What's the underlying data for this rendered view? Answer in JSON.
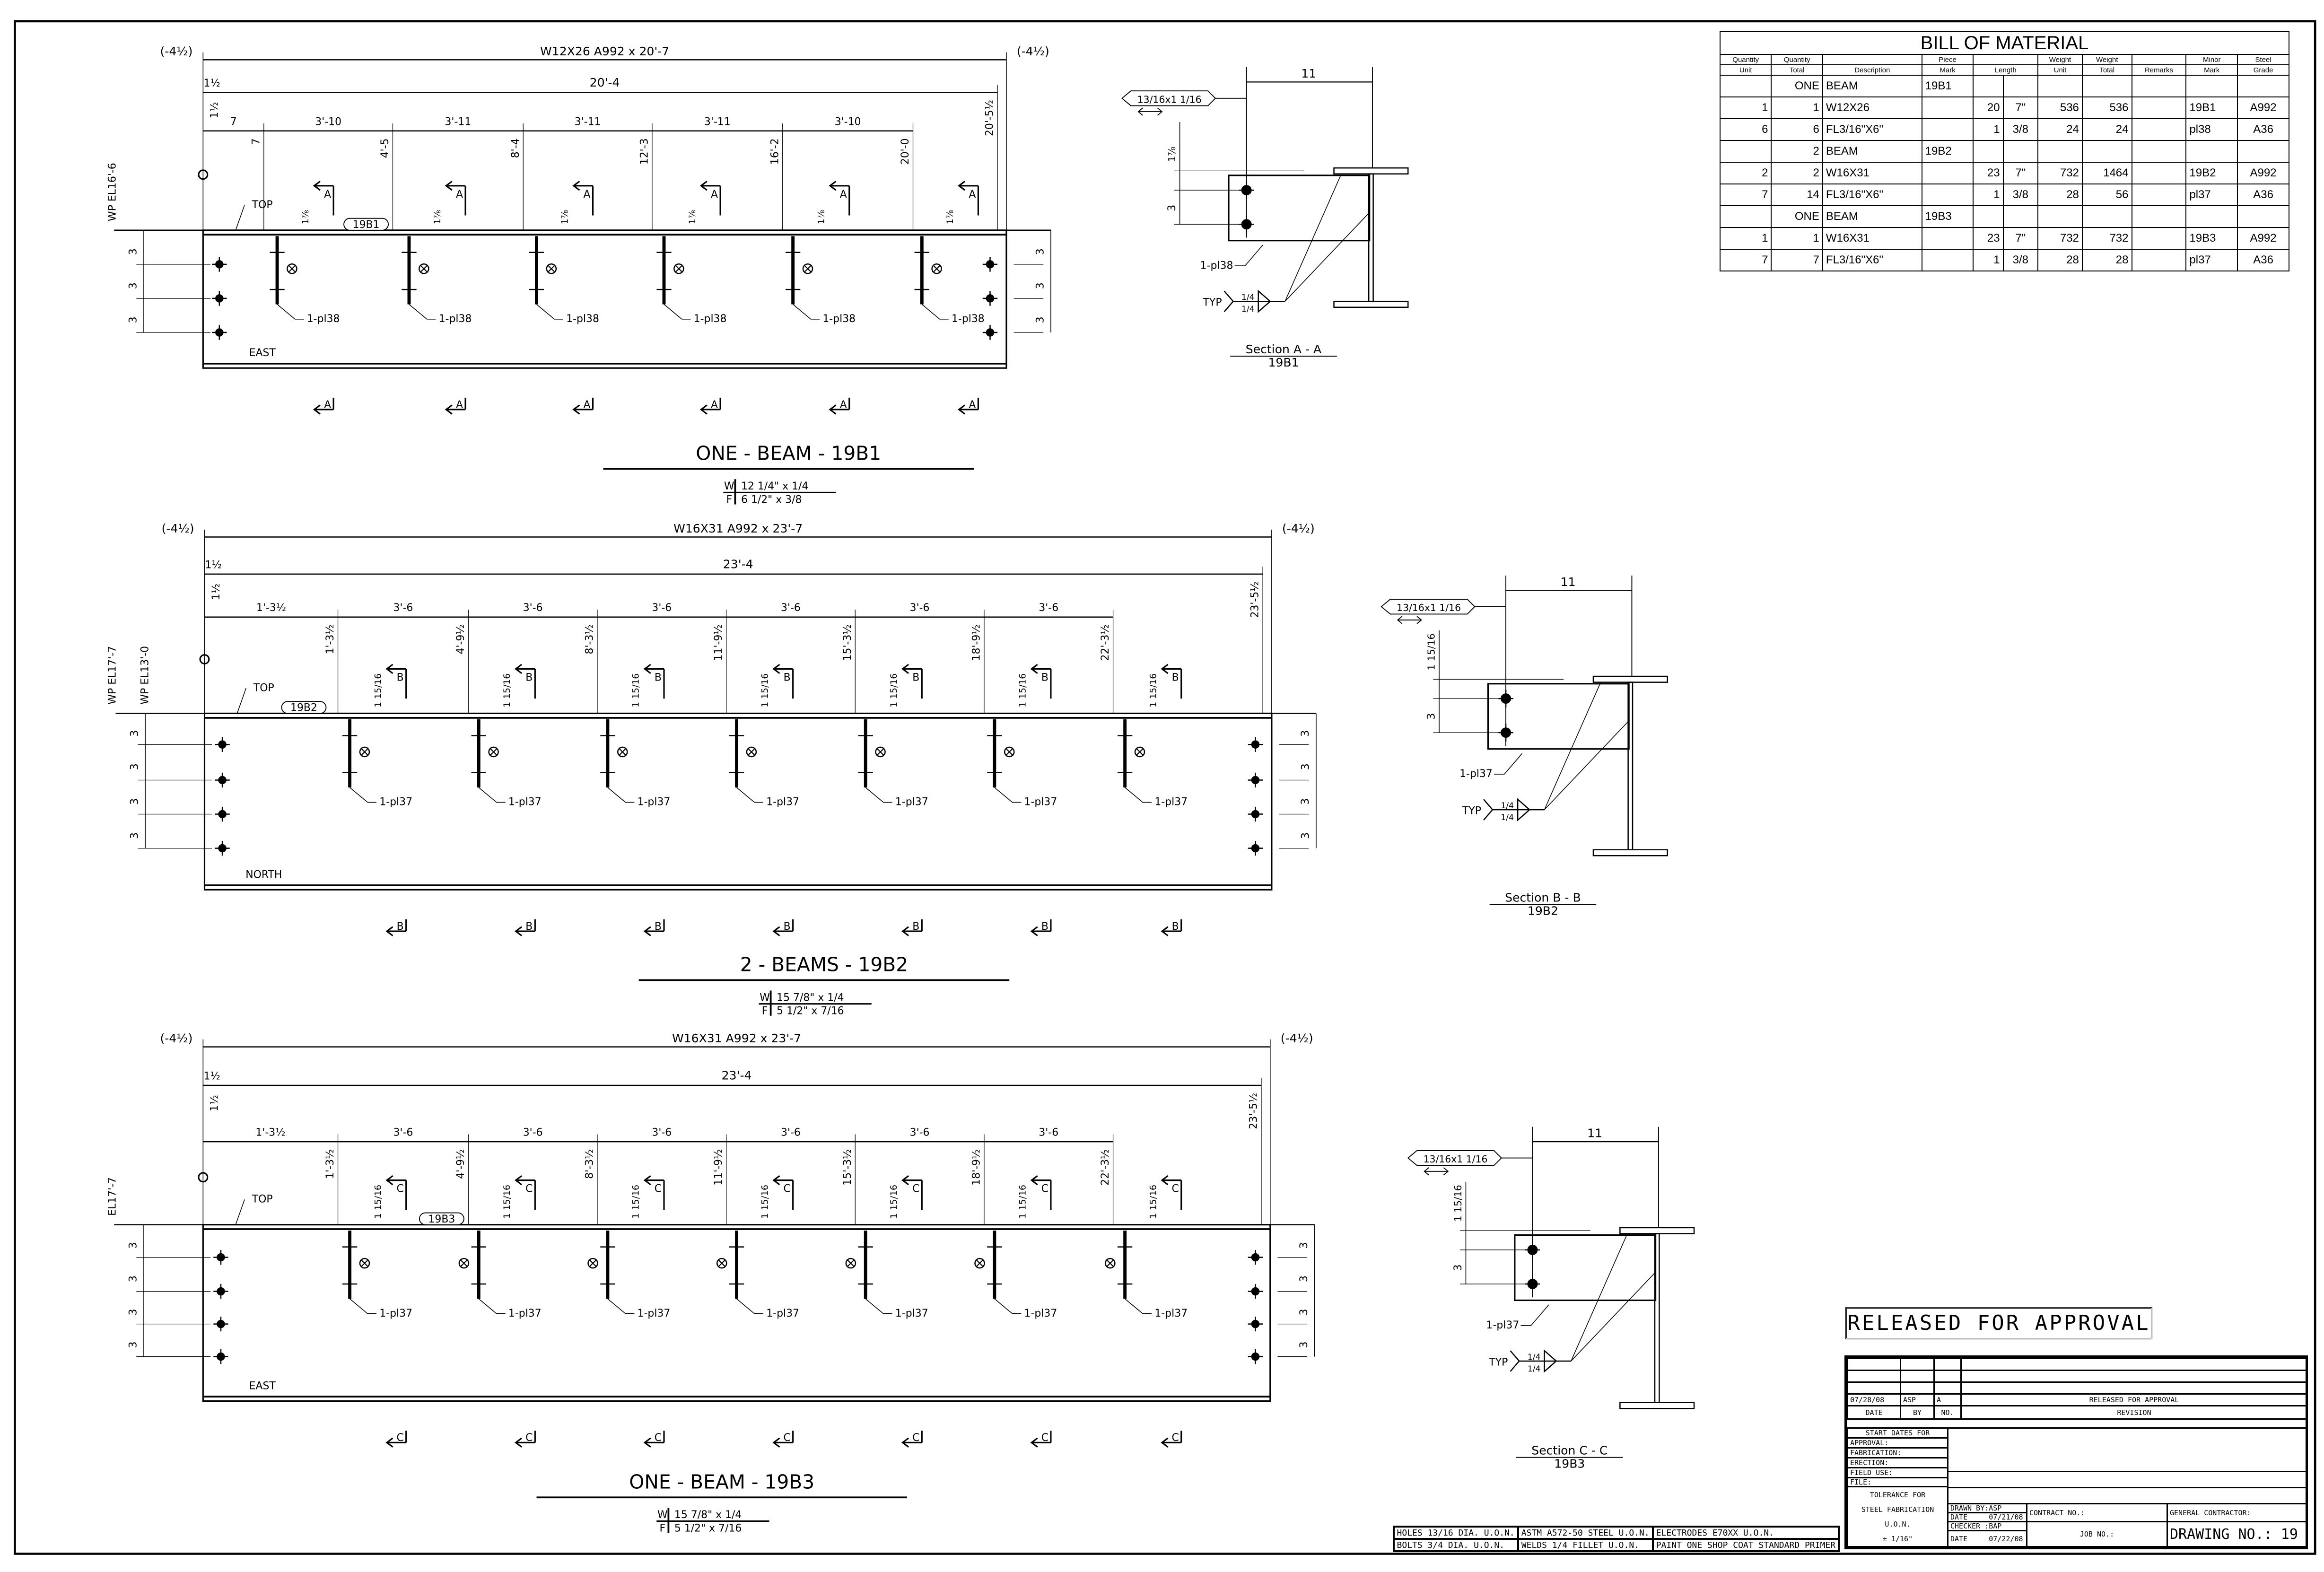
{
  "beams": [
    {
      "header": "W12X26 A992 x 20'-7",
      "end_offset": "(-4½)",
      "overall": "20'-4",
      "start_offset": "1½",
      "first_ordinate": "1½",
      "spacings": [
        "7",
        "3'-10",
        "3'-11",
        "3'-11",
        "3'-11",
        "3'-10"
      ],
      "ordinates": [
        "7",
        "4'-5",
        "8'-4",
        "12'-3",
        "16'-2",
        "20'-0"
      ],
      "end_ordinate": "20'-5½",
      "stiff_gap": "1⅞",
      "section_letter": "A",
      "plate_mark": "1-pl38",
      "piece_mark": "19B1",
      "top_label": "TOP",
      "side_label": "EAST",
      "wp_labels": [
        "WP EL16'-6"
      ],
      "bolt_spacing": "3",
      "title": "ONE - BEAM - 19B1",
      "weld_w": "12 1/4\" x 1/4",
      "weld_f": "6 1/2\" x 3/8",
      "weld_w_label": "W",
      "weld_f_label": "F"
    },
    {
      "header": "W16X31 A992 x 23'-7",
      "end_offset": "(-4½)",
      "overall": "23'-4",
      "start_offset": "1½",
      "first_ordinate": "1½",
      "spacings": [
        "1'-3½",
        "3'-6",
        "3'-6",
        "3'-6",
        "3'-6",
        "3'-6",
        "3'-6"
      ],
      "ordinates": [
        "1'-3½",
        "4'-9½",
        "8'-3½",
        "11'-9½",
        "15'-3½",
        "18'-9½",
        "22'-3½"
      ],
      "end_ordinate": "23'-5½",
      "stiff_gap": "1 15/16",
      "section_letter": "B",
      "plate_mark": "1-pl37",
      "piece_mark": "19B2",
      "top_label": "TOP",
      "side_label": "NORTH",
      "wp_labels": [
        "WP EL17'-7",
        "WP EL13'-0"
      ],
      "bolt_spacing": "3",
      "title": "2 - BEAMS - 19B2",
      "weld_w": "15 7/8\" x 1/4",
      "weld_f": "5 1/2\" x 7/16",
      "weld_w_label": "W",
      "weld_f_label": "F"
    },
    {
      "header": "W16X31 A992 x 23'-7",
      "end_offset": "(-4½)",
      "overall": "23'-4",
      "start_offset": "1½",
      "first_ordinate": "1½",
      "spacings": [
        "1'-3½",
        "3'-6",
        "3'-6",
        "3'-6",
        "3'-6",
        "3'-6",
        "3'-6"
      ],
      "ordinates": [
        "1'-3½",
        "4'-9½",
        "8'-3½",
        "11'-9½",
        "15'-3½",
        "18'-9½",
        "22'-3½"
      ],
      "end_ordinate": "23'-5½",
      "stiff_gap": "1 15/16",
      "section_letter": "C",
      "plate_mark": "1-pl37",
      "piece_mark": "19B3",
      "top_label": "TOP",
      "side_label": "EAST",
      "wp_labels": [
        "EL17'-7"
      ],
      "bolt_spacing": "3",
      "title": "ONE - BEAM - 19B3",
      "weld_w": "15 7/8\" x 1/4",
      "weld_f": "5 1/2\" x 7/16",
      "weld_w_label": "W",
      "weld_f_label": "F"
    }
  ],
  "sections": [
    {
      "width_dim": "11",
      "hole_note": "13/16x1 1/16",
      "edge_dim": "1⅞",
      "bolt_dim": "3",
      "plate": "1-pl38",
      "typ": "TYP",
      "weld_top": "1/4",
      "weld_bot": "1/4",
      "title": "Section  A - A",
      "mark": "19B1"
    },
    {
      "width_dim": "11",
      "hole_note": "13/16x1 1/16",
      "edge_dim": "1 15/16",
      "bolt_dim": "3",
      "plate": "1-pl37",
      "typ": "TYP",
      "weld_top": "1/4",
      "weld_bot": "1/4",
      "title": "Section  B - B",
      "mark": "19B2"
    },
    {
      "width_dim": "11",
      "hole_note": "13/16x1 1/16",
      "edge_dim": "1 15/16",
      "bolt_dim": "3",
      "plate": "1-pl37",
      "typ": "TYP",
      "weld_top": "1/4",
      "weld_bot": "1/4",
      "title": "Section  C - C",
      "mark": "19B3"
    }
  ],
  "bom": {
    "title": "BILL OF MATERIAL",
    "headers_top": [
      "Quantity",
      "Quantity",
      "",
      "Piece",
      "",
      "Weight",
      "Weight",
      "",
      "Minor",
      "Steel"
    ],
    "headers_bottom": [
      "Unit",
      "Total",
      "Description",
      "Mark",
      "Length",
      "Unit",
      "Total",
      "Remarks",
      "Mark",
      "Grade"
    ],
    "rows": [
      [
        "",
        "ONE",
        "BEAM",
        "19B1",
        "",
        "",
        "",
        "",
        "",
        "",
        ""
      ],
      [
        "1",
        "1",
        "W12X26",
        "",
        "20",
        "7\"",
        "536",
        "536",
        "",
        "19B1",
        "A992"
      ],
      [
        "6",
        "6",
        "FL3/16\"X6\"",
        "",
        "1",
        "3/8",
        "24",
        "24",
        "",
        "pl38",
        "A36"
      ],
      [
        "",
        "2",
        "BEAM",
        "19B2",
        "",
        "",
        "",
        "",
        "",
        "",
        ""
      ],
      [
        "2",
        "2",
        "W16X31",
        "",
        "23",
        "7\"",
        "732",
        "1464",
        "",
        "19B2",
        "A992"
      ],
      [
        "7",
        "14",
        "FL3/16\"X6\"",
        "",
        "1",
        "3/8",
        "28",
        "56",
        "",
        "pl37",
        "A36"
      ],
      [
        "",
        "ONE",
        "BEAM",
        "19B3",
        "",
        "",
        "",
        "",
        "",
        "",
        ""
      ],
      [
        "1",
        "1",
        "W16X31",
        "",
        "23",
        "7\"",
        "732",
        "732",
        "",
        "19B3",
        "A992"
      ],
      [
        "7",
        "7",
        "FL3/16\"X6\"",
        "",
        "1",
        "3/8",
        "28",
        "28",
        "",
        "pl37",
        "A36"
      ]
    ]
  },
  "stamp": "RELEASED FOR APPROVAL",
  "notes": [
    [
      "HOLES  13/16 DIA. U.O.N.",
      "ASTM A572-50  STEEL U.O.N.",
      "ELECTRODES E70XX U.O.N."
    ],
    [
      "BOLTS   3/4  DIA. U.O.N.",
      "WELDS  1/4 FILLET U.O.N.",
      "PAINT ONE SHOP COAT STANDARD PRIMER"
    ]
  ],
  "title_block": {
    "revision": {
      "date": "07/28/08",
      "by": "ASP",
      "no": "A",
      "desc": "RELEASED FOR APPROVAL"
    },
    "rev_headers": {
      "date": "DATE",
      "by": "BY",
      "no": "NO.",
      "desc": "REVISION"
    },
    "start_dates": "START DATES FOR",
    "approval": "APPROVAL:",
    "fabrication": "FABRICATION:",
    "erection": "ERECTION:",
    "field_use": "FIELD USE:",
    "file": "FILE:",
    "tolerance": [
      "TOLERANCE FOR",
      "STEEL FABRICATION",
      "U.O.N.",
      "± 1/16\""
    ],
    "drawn_by": "DRAWN BY:ASP",
    "drawn_date": "DATE     07/21/08",
    "checker": "CHECKER :BAP",
    "checker_date": "DATE     07/22/08",
    "contract_no": "CONTRACT NO.:",
    "job_no": "JOB NO.:",
    "general_contractor": "GENERAL CONTRACTOR:",
    "drawing_no": "DRAWING NO.: 19"
  }
}
